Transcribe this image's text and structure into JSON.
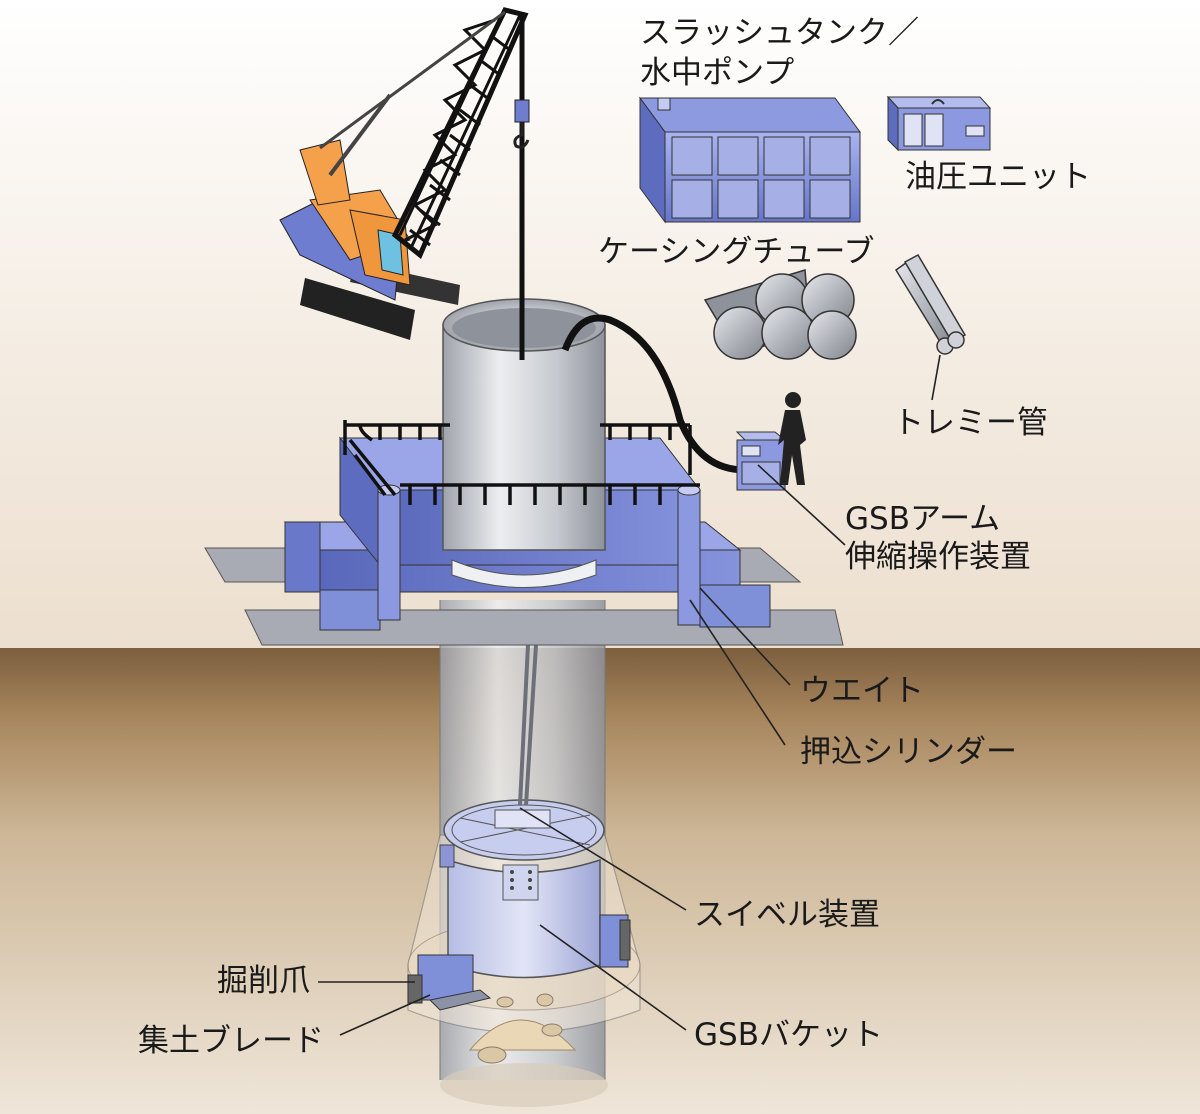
{
  "labels": {
    "slush_tank_line1": "スラッシュタンク／",
    "slush_tank_line2": "水中ポンプ",
    "hydraulic_unit": "油圧ユニット",
    "casing_tube": "ケーシングチューブ",
    "tremie_pipe": "トレミー管",
    "gsb_arm_line1": "GSBアーム",
    "gsb_arm_line2": "伸縮操作装置",
    "weight": "ウエイト",
    "push_cylinder": "押込シリンダー",
    "swivel": "スイベル装置",
    "digging_claw": "掘削爪",
    "soil_blade": "集土ブレード",
    "gsb_bucket": "GSBバケット"
  },
  "colors": {
    "crane_body": "#f5a04a",
    "equipment_blue": "#7f8fd8",
    "ground_brown": "#8a6a45",
    "casing_gray": "#b8bcc4"
  }
}
